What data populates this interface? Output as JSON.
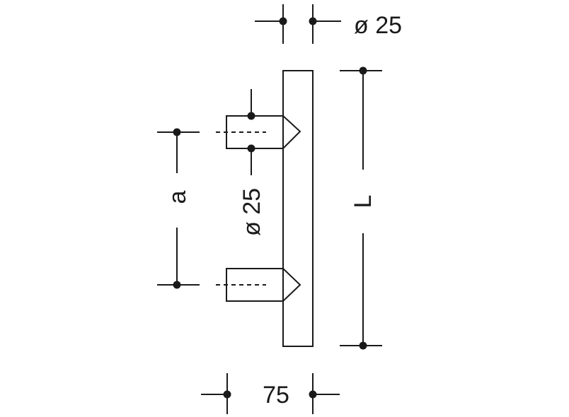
{
  "drawing": {
    "top_diameter_label": "ø 25",
    "length_label": "L",
    "spacing_label": "a",
    "post_diameter_label": "ø 25",
    "bottom_width_label": "75"
  },
  "colors": {
    "line": "#1a1a1a",
    "background": "#ffffff"
  }
}
